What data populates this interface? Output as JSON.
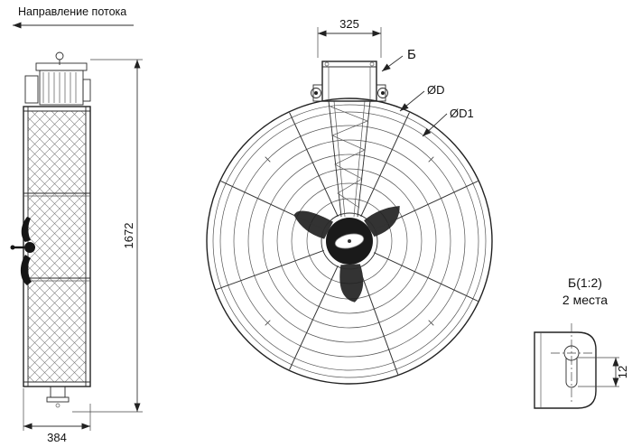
{
  "drawing": {
    "flow_label": "Направление потока",
    "side_view": {
      "dim_height": "1672",
      "dim_width": "384"
    },
    "front_view": {
      "dim_bracket_width": "325",
      "callout": "Б",
      "dia_outer": "ØD",
      "dia_inner": "ØD1"
    },
    "detail_view": {
      "title": "Б(1:2)",
      "subtitle": "2 места",
      "dim_slot": "12"
    }
  }
}
